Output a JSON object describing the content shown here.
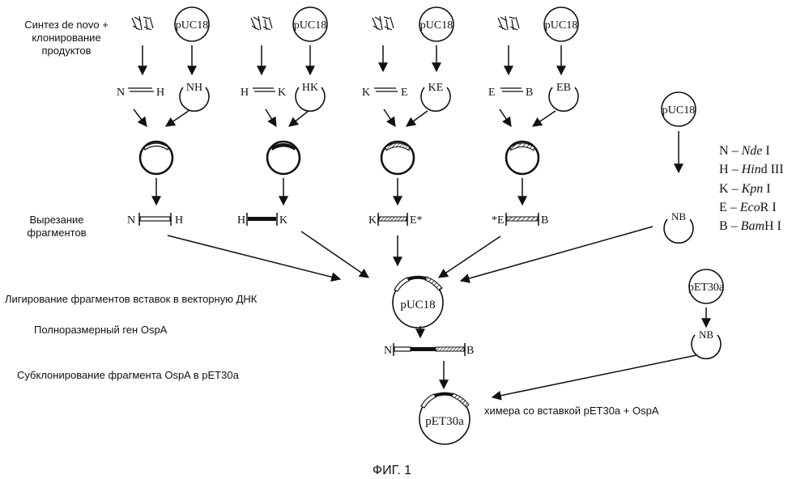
{
  "figure_caption": "ФИГ. 1",
  "steps": {
    "synthesis": [
      "Синтез de novo +",
      "клонирование",
      "продуктов"
    ],
    "excision": [
      "Вырезание",
      "фрагментов"
    ],
    "ligation": "Лигирование фрагментов вставок в векторную ДНК",
    "full_gene": "Полноразмерный ген OspA",
    "subcloning": "Субклонирование фрагмента OspA в pET30a",
    "chimera": "химера со вставкой pET30a + OspA"
  },
  "plasmids": {
    "puc18": "pUC18",
    "pet30a": "pET30a"
  },
  "columns": [
    {
      "fragment_left": "N",
      "fragment_right": "H",
      "vector_label": "NH",
      "cut_left": "N",
      "cut_right": "H"
    },
    {
      "fragment_left": "H",
      "fragment_right": "K",
      "vector_label": "HK",
      "cut_left": "H",
      "cut_right": "K"
    },
    {
      "fragment_left": "K",
      "fragment_right": "E",
      "vector_label": "KE",
      "cut_left": "K",
      "cut_right": "E*"
    },
    {
      "fragment_left": "E",
      "fragment_right": "B",
      "vector_label": "EB",
      "cut_left": "*E",
      "cut_right": "B"
    }
  ],
  "right_vectors": {
    "puc18_cut": "NB",
    "pet30a_cut": "NB"
  },
  "full_fragment": {
    "left": "N",
    "right": "B"
  },
  "legend": [
    {
      "letter": "N",
      "enzyme_italic": "Nde",
      "enzyme_rest": " I"
    },
    {
      "letter": "H",
      "enzyme_italic": "Hin",
      "enzyme_rest": "d III"
    },
    {
      "letter": "K",
      "enzyme_italic": "Kpn",
      "enzyme_rest": " I"
    },
    {
      "letter": "E",
      "enzyme_italic": "Eco",
      "enzyme_rest": "R I"
    },
    {
      "letter": "B",
      "enzyme_italic": "Bam",
      "enzyme_rest": "H I"
    }
  ]
}
